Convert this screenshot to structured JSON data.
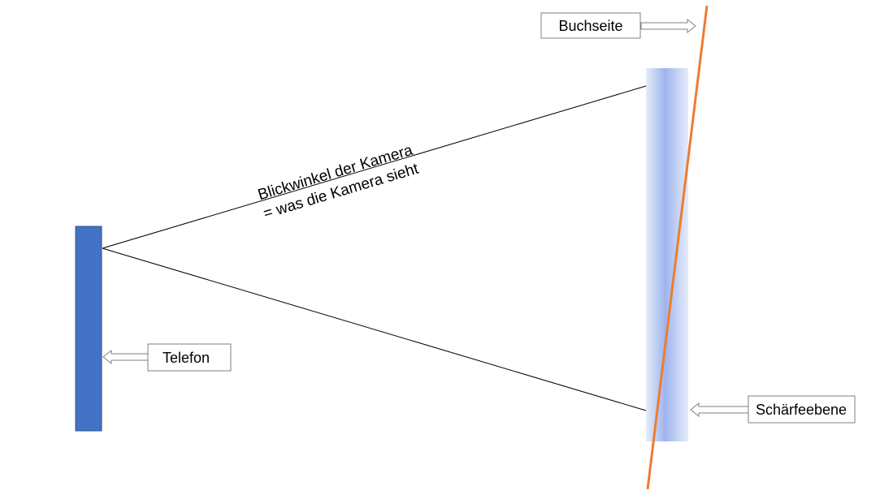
{
  "labels": {
    "book_page": "Buchseite",
    "view_angle_line1": "Blickwinkel der Kamera",
    "view_angle_line2": "= was die Kamera sieht",
    "phone": "Telefon",
    "focal_plane": "Schärfeebene"
  },
  "colors": {
    "phone": "#4472c4",
    "book_page_line": "#ed7d31",
    "focal_plane_center": "#9eb4ee",
    "focal_plane_edge": "#e6ecfa",
    "lines": "#000000",
    "box_border": "#7f7f7f"
  }
}
